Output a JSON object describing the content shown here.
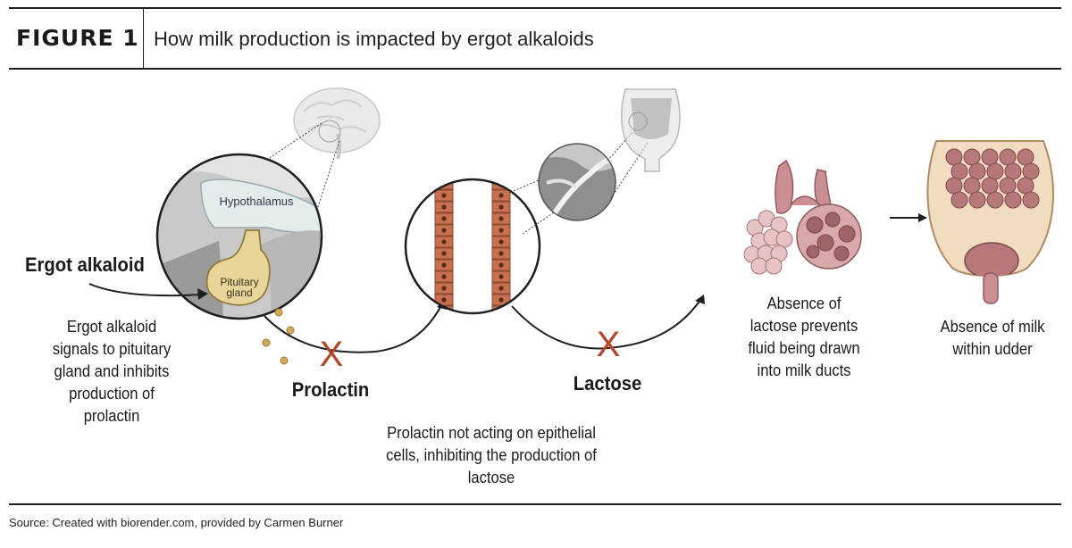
{
  "header": {
    "figure_label": "FIGURE 1",
    "title": "How milk production is impacted by ergot alkaloids"
  },
  "labels": {
    "ergot_alkaloid": "Ergot alkaloid",
    "hypothalamus": "Hypothalamus",
    "pituitary_line1": "Pituitary",
    "pituitary_line2": "gland",
    "prolactin": "Prolactin",
    "lactose": "Lactose",
    "inhibit_mark": "X"
  },
  "captions": {
    "step1": [
      "Ergot alkaloid",
      "signals to pituitary",
      "gland and inhibits",
      "production of",
      "prolactin"
    ],
    "step2": [
      "Prolactin not acting on epithelial",
      "cells, inhibiting the production of",
      "lactose"
    ],
    "step3": [
      "Absence of",
      "lactose prevents",
      "fluid being drawn",
      "into milk ducts"
    ],
    "step4": [
      "Absence of milk",
      "within udder"
    ]
  },
  "footer": {
    "source": "Source: Created with biorender.com, provided by Carmen Burner"
  },
  "colors": {
    "rule": "#1f1f1f",
    "inhibit_x": "#b5442a",
    "pituitary": "#e8d59a",
    "epithelial": "#c8714f",
    "alveoli": "#c98f92",
    "udder": "#f2dcc0"
  }
}
